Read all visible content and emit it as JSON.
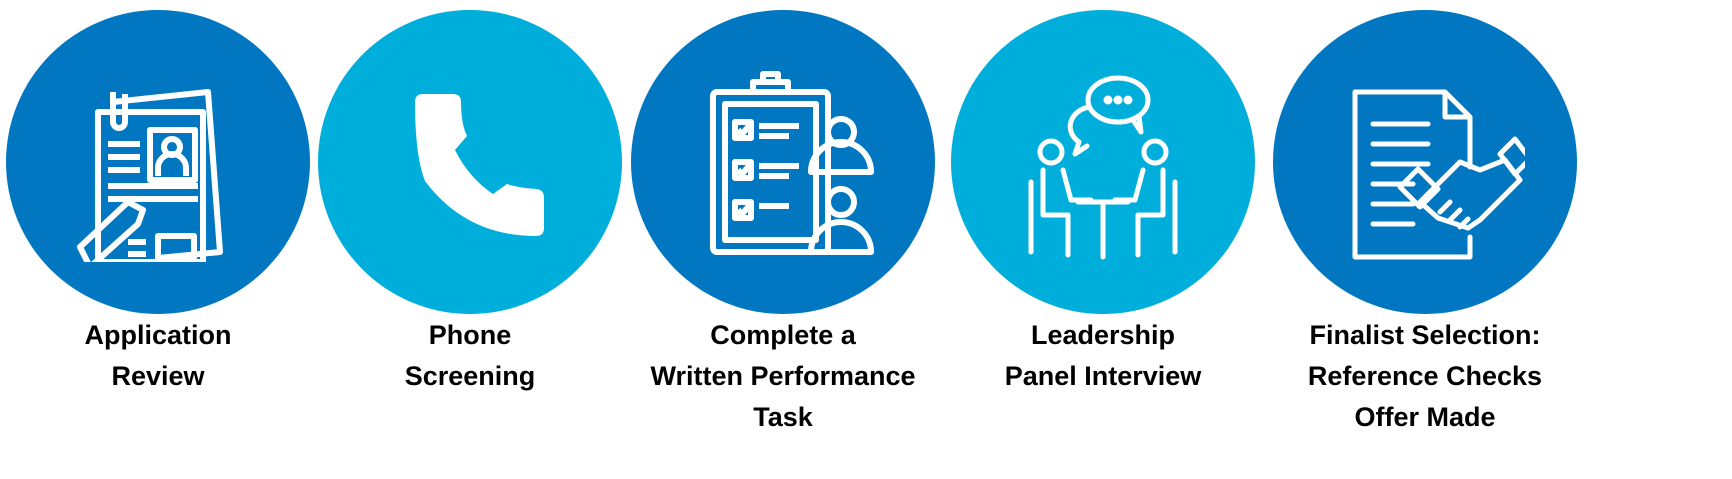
{
  "colors": {
    "dark_blue": "#0077C0",
    "light_blue": "#00AEDB",
    "icon": "#FFFFFF",
    "text": "#000000"
  },
  "steps": [
    {
      "icon": "resume-document-icon",
      "lines": [
        "Application",
        "Review"
      ]
    },
    {
      "icon": "phone-icon",
      "lines": [
        "Phone",
        "Screening"
      ]
    },
    {
      "icon": "checklist-task-icon",
      "lines": [
        "Complete a",
        "Written Performance",
        "Task"
      ]
    },
    {
      "icon": "panel-interview-icon",
      "lines": [
        "Leadership",
        "Panel Interview"
      ]
    },
    {
      "icon": "contract-handshake-icon",
      "lines": [
        "Finalist Selection:",
        "Reference Checks",
        "Offer Made"
      ]
    }
  ]
}
